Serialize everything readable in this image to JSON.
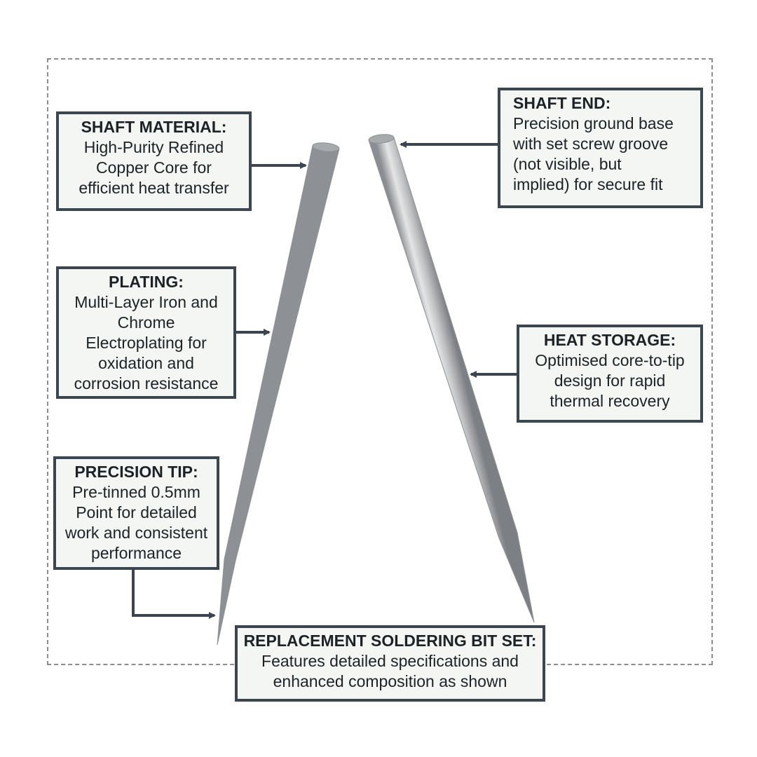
{
  "callouts": {
    "shaft_material": {
      "head": "SHAFT MATERIAL:",
      "body": "High-Purity Refined\nCopper Core for\nefficient heat transfer"
    },
    "plating": {
      "head": "PLATING:",
      "body": "Multi-Layer Iron and\nChrome\nElectroplating for\noxidation and\ncorrosion resistance"
    },
    "precision_tip": {
      "head": "PRECISION TIP:",
      "body": "Pre-tinned 0.5mm\nPoint for detailed\nwork and consistent\nperformance"
    },
    "shaft_end": {
      "head": "SHAFT END:",
      "body": "Precision ground base\nwith set screw groove\n(not visible, but\nimplied) for secure fit"
    },
    "heat_storage": {
      "head": "HEAT STORAGE:",
      "body": "Optimised core-to-tip\ndesign for rapid\nthermal recovery"
    },
    "bit_set": {
      "head": "REPLACEMENT SOLDERING BIT SET:",
      "body": "Features detailed specifications and\nenhanced composition as shown"
    }
  },
  "colors": {
    "box_border": "#3c4650",
    "box_fill": "#f4f6f4",
    "frame": "#8a8d91",
    "metal": "#b9bcbf"
  }
}
